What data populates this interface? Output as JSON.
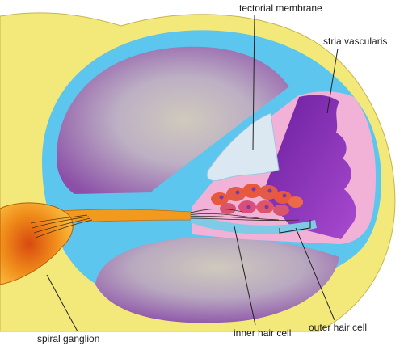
{
  "labels": {
    "tectorial_membrane": "tectorial membrane",
    "stria_vascularis": "stria vascularis",
    "spiral_ganglion": "spiral ganglion",
    "inner_hair_cell": "inner hair cell",
    "outer_hair_cell": "outer hair cell"
  },
  "colors": {
    "bone": "#f3e87a",
    "endolymph_border": "#5cc6ee",
    "scala_fill": "#b48cc8",
    "scala_center": "#c9c3b6",
    "stria": "#8a2fc0",
    "organ_pink": "#f2b2d8",
    "hair_cells": "#e8583a",
    "nerve": "#f29a1e",
    "tectorial": "#d8e6f0"
  }
}
